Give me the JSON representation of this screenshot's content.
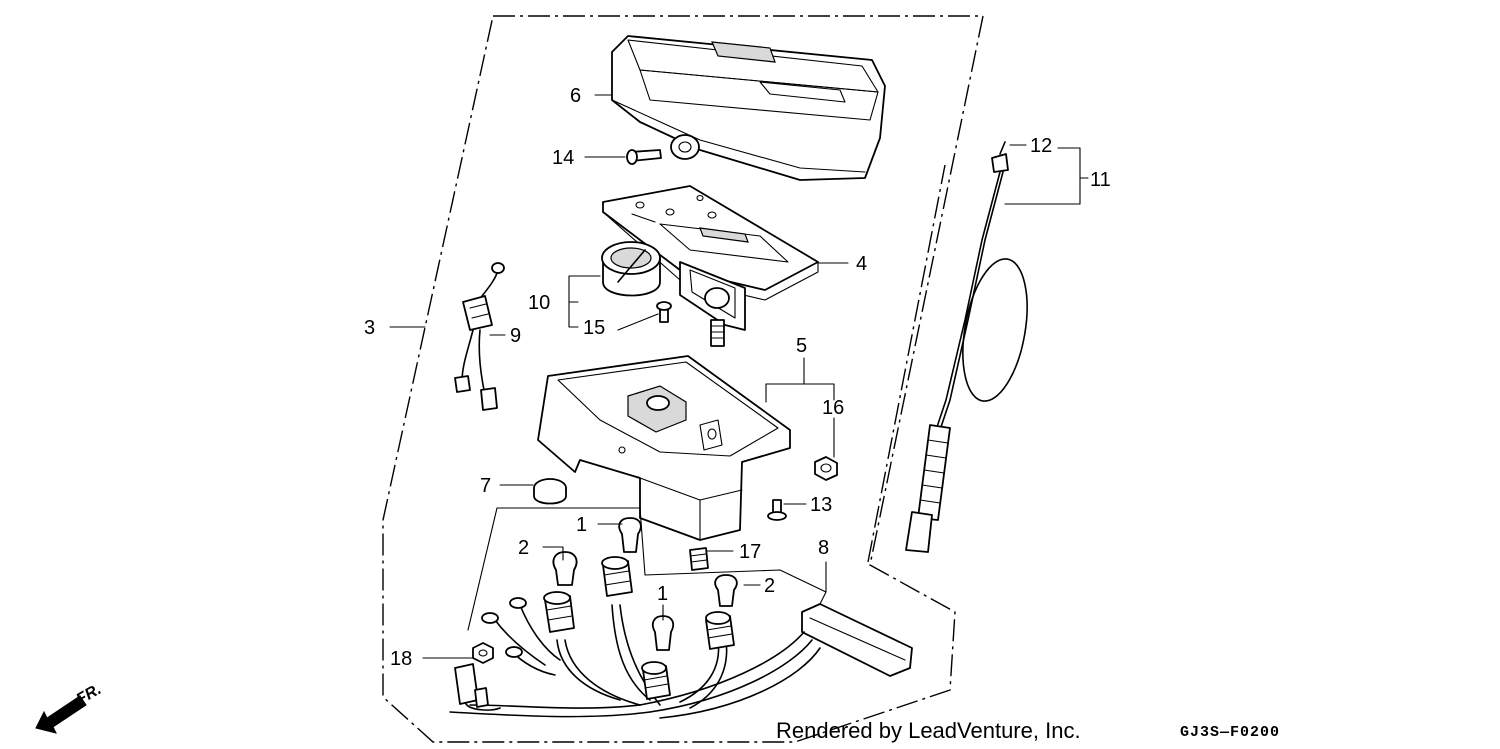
{
  "diagram": {
    "callouts": [
      "1",
      "2",
      "3",
      "4",
      "5",
      "6",
      "7",
      "8",
      "9",
      "10",
      "11",
      "12",
      "13",
      "14",
      "15",
      "16",
      "17",
      "18"
    ],
    "credit": "Rendered by LeadVenture, Inc.",
    "diagram_code": "GJ3S—F0200",
    "direction_marker": "FR."
  }
}
